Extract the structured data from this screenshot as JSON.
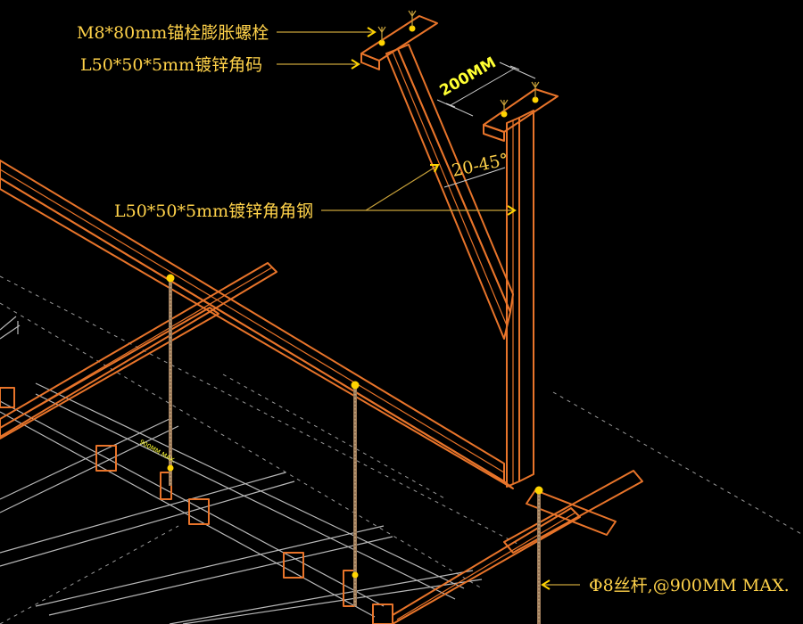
{
  "labels": {
    "anchor_bolt": "M8*80mm锚栓膨胀螺栓",
    "angle_clip": "L50*50*5mm镀锌角码",
    "angle_steel": "L50*50*5mm镀锌角角钢",
    "rod_spec": "Φ8丝杆,@900MM MAX."
  },
  "dimensions": {
    "width": "200MM",
    "angle": "20-45°",
    "small_note": "900MM MAX."
  },
  "colors": {
    "background": "#000000",
    "steel": "#e8742a",
    "label": "#ffd24a",
    "arrow": "#ffd400",
    "keel": "#b9b9b9"
  }
}
